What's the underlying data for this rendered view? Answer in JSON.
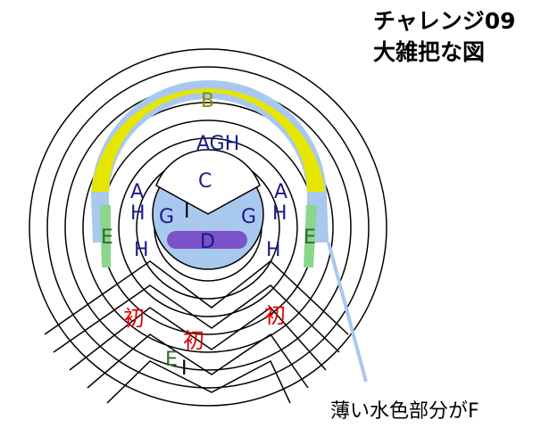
{
  "title_line1": "チャレンジ09",
  "title_line2": "大雑把な図",
  "note": "薄い水色部分がF",
  "labels": {
    "b": "B",
    "agh": "AGH",
    "c": "C",
    "a_left": "A",
    "h_left_upper": "H",
    "g_left": "G",
    "i_center": "I",
    "g_right": "G",
    "a_right": "A",
    "h_right_upper": "H",
    "d": "D",
    "e_left": "E",
    "h_left_lower": "H",
    "h_right_lower": "H",
    "e_right": "E",
    "hatsu_1": "初",
    "hatsu_2": "初",
    "hatsu_3": "初",
    "e_bottom": "E",
    "i_bottom": "I"
  },
  "colors": {
    "text_blue": "#1a1a8c",
    "text_red": "#e00000",
    "text_green": "#2f6b2f",
    "yellow": "#e6e600",
    "light_blue": "#a9c8ee",
    "green": "#8ad68a",
    "purple": "#7b52c7"
  }
}
